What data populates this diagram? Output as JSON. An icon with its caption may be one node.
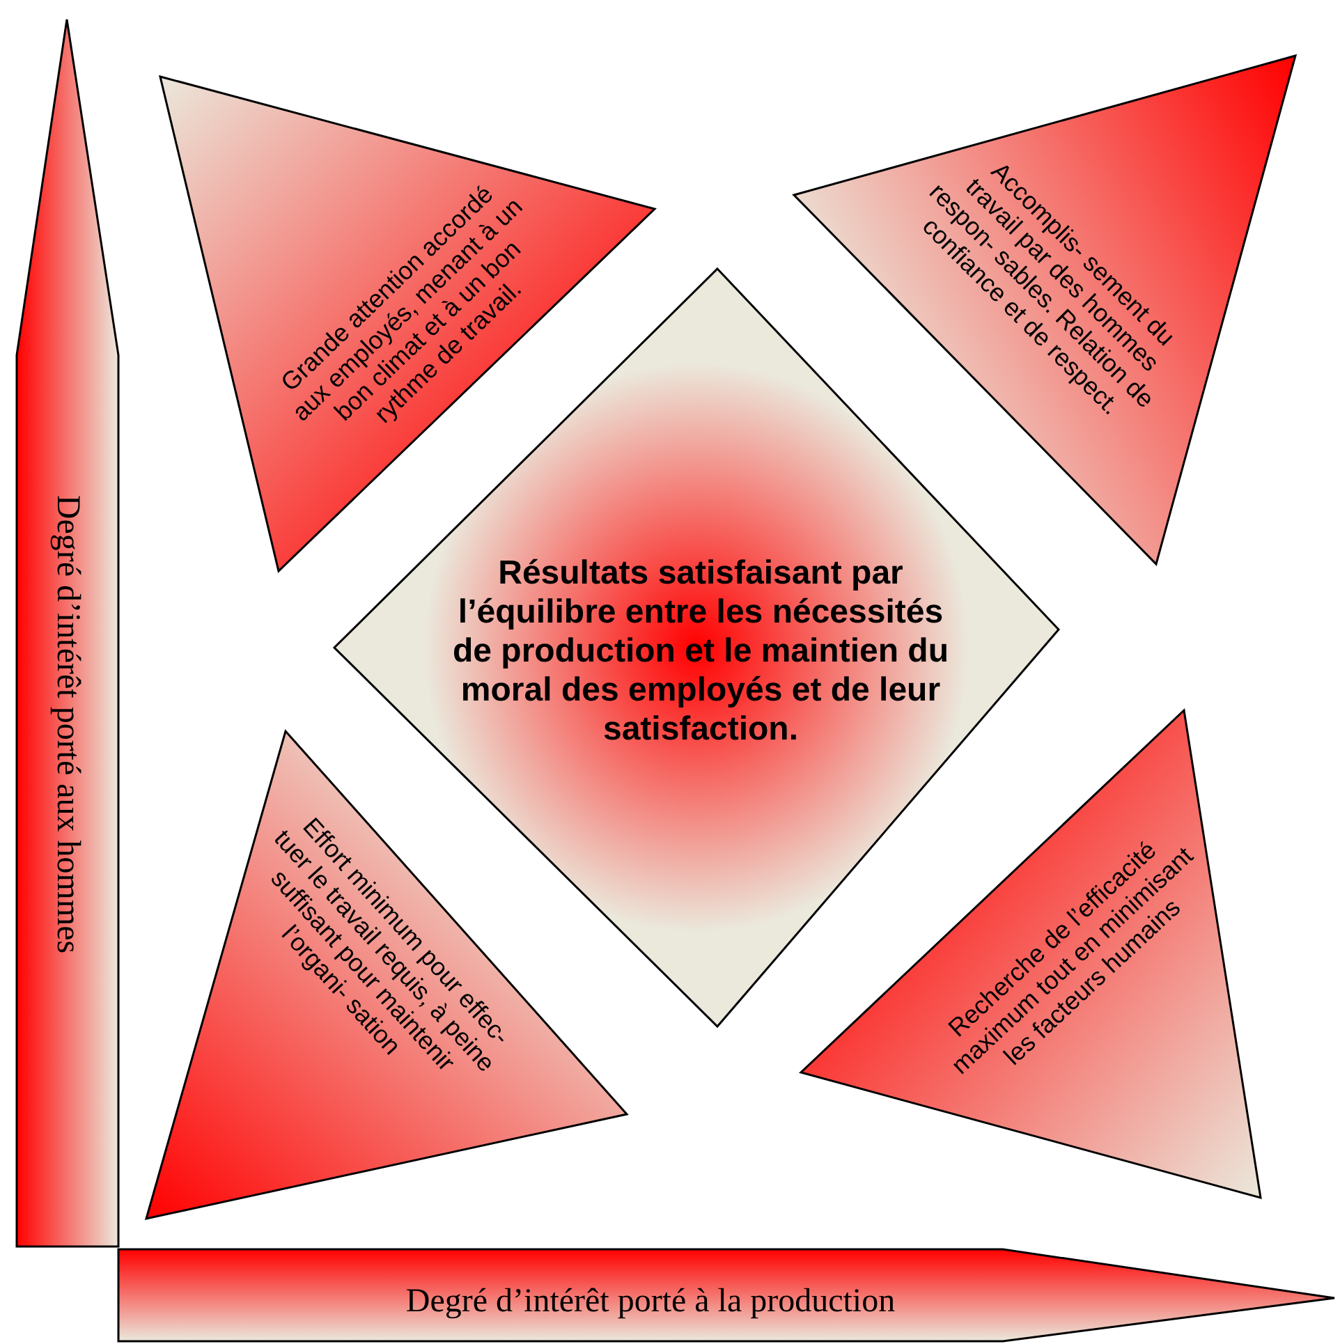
{
  "diagram": {
    "nodes": [
      {
        "text": [
          "Degré d’intérêt porté aux hommes"
        ]
      },
      {
        "text": [
          "Grande attention accordé aux employés, menant à un bon climat et à un bon rythme de travail."
        ]
      },
      {
        "text": [
          "Accomplis- sement du travail par des hommes respon- sables. Relation de confiance et de respect."
        ]
      },
      {
        "text": [
          "Résultats satisfaisant par l’équilibre entre les nécessités de production et le maintien du moral des employés et de leur satisfaction."
        ]
      },
      {
        "text": [
          "Effort minimum pour effec- tuer le travail requis, à peine suffisant pour maintenir l’organi- sation"
        ]
      },
      {
        "text": [
          "Recherche de l’efficacité maximum tout en minimisant les facteurs humains"
        ]
      },
      {
        "text": [
          "Degré d’intérêt porté à la production"
        ]
      }
    ],
    "edges": []
  }
}
